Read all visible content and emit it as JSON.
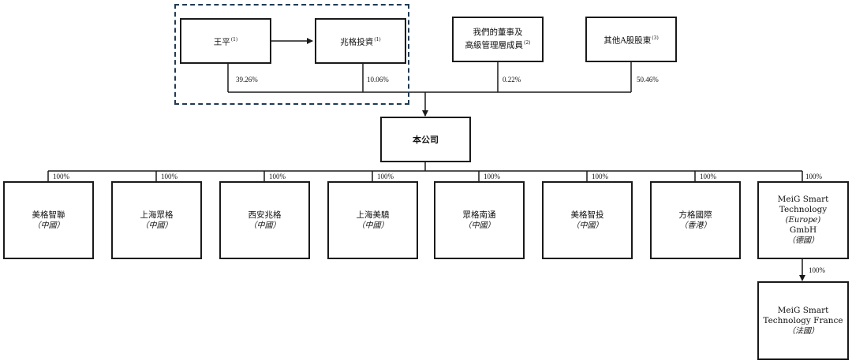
{
  "shareholders": [
    {
      "id": "wang",
      "lines": [
        "王平"
      ],
      "note": "(1)",
      "pct": "39.26%"
    },
    {
      "id": "zhaoge",
      "lines": [
        "兆格投資"
      ],
      "note": "(1)",
      "pct": "10.06%"
    },
    {
      "id": "directors",
      "lines": [
        "我們的董事及",
        "高級管理層成員"
      ],
      "note": "(2)",
      "pct": "0.22%"
    },
    {
      "id": "others",
      "lines": [
        "其他A股股東"
      ],
      "note": "(3)",
      "pct": "50.46%"
    }
  ],
  "company": {
    "label": "本公司"
  },
  "subsidiaries": [
    {
      "name": "美格智聯",
      "place": "（中國）",
      "pct": "100%"
    },
    {
      "name": "上海眾格",
      "place": "（中國）",
      "pct": "100%"
    },
    {
      "name": "西安兆格",
      "place": "（中國）",
      "pct": "100%"
    },
    {
      "name": "上海美驍",
      "place": "（中國）",
      "pct": "100%"
    },
    {
      "name": "眾格南通",
      "place": "（中國）",
      "pct": "100%"
    },
    {
      "name": "美格智投",
      "place": "（中國）",
      "pct": "100%"
    },
    {
      "name": "方格國際",
      "place": "（香港）",
      "pct": "100%"
    },
    {
      "name_lines": [
        "MeiG Smart",
        "Technology"
      ],
      "name_italic": "(Europe)",
      "name_tail": "GmbH",
      "place": "（德國）",
      "pct": "100%"
    }
  ],
  "france": {
    "name_lines": [
      "MeiG Smart",
      "Technology France"
    ],
    "place": "（法國）",
    "pct": "100%"
  }
}
